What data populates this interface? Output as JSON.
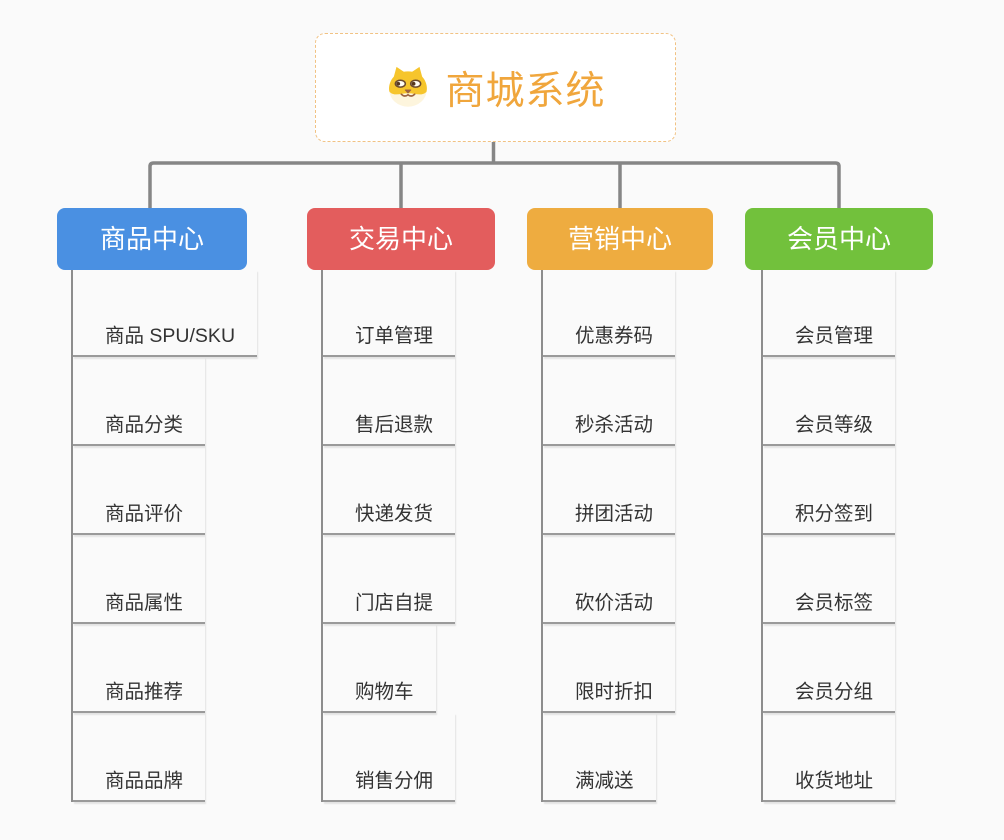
{
  "canvas": {
    "background": "#fafafa",
    "connector_color": "#868686",
    "underline_color": "#9a9a9a"
  },
  "root": {
    "title": "商城系统",
    "title_color": "#f0a63c",
    "border_color": "#f1c283",
    "icon": "shiba-dog-icon"
  },
  "branches": [
    {
      "label": "商品中心",
      "color": "#4a90e2",
      "children": [
        "商品 SPU/SKU",
        "商品分类",
        "商品评价",
        "商品属性",
        "商品推荐",
        "商品品牌"
      ]
    },
    {
      "label": "交易中心",
      "color": "#e35d5d",
      "children": [
        "订单管理",
        "售后退款",
        "快递发货",
        "门店自提",
        "购物车",
        "销售分佣"
      ]
    },
    {
      "label": "营销中心",
      "color": "#eeac40",
      "children": [
        "优惠券码",
        "秒杀活动",
        "拼团活动",
        "砍价活动",
        "限时折扣",
        "满减送"
      ]
    },
    {
      "label": "会员中心",
      "color": "#72c13c",
      "children": [
        "会员管理",
        "会员等级",
        "积分签到",
        "会员标签",
        "会员分组",
        "收货地址"
      ]
    }
  ]
}
